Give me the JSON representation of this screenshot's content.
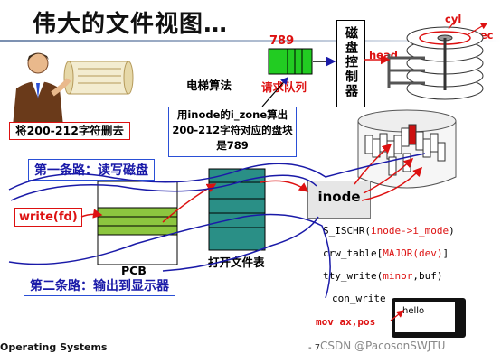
{
  "title": "伟大的文件视图…",
  "queue_number": "789",
  "queue_label": "请求队列",
  "elevator_label": "电梯算法",
  "controller_label": "磁盘控制器",
  "head_label": "head",
  "cyl_label": "cyl",
  "sec_label": "sec",
  "user_caption": "将200-212字符删去",
  "zone_note": "用inode的i_zone算出200-212字符对应的盘块是789",
  "path1_label": "第一条路：读写磁盘",
  "path2_label": "第二条路：输出到显示器",
  "write_label": "write(fd)",
  "pcb_label": "PCB",
  "open_file_table_label": "打开文件表",
  "inode_label": "inode",
  "code_lines": [
    {
      "pre": "S_ISCHR(",
      "hl": "inode->i_mode",
      "post": ")"
    },
    {
      "pre": "crw_table[",
      "hl": "MAJOR(dev)",
      "post": "]"
    },
    {
      "pre": "tty_write(",
      "hl": "minor",
      "post": ",buf)"
    },
    {
      "pre": "con_write",
      "hl": "",
      "post": ""
    }
  ],
  "mov_line": "mov ax,pos",
  "monitor_text": "hello",
  "footer_left": "Operating Systems",
  "footer_page": "- 7",
  "watermark": "CSDN @PacosonSWJTU",
  "colors": {
    "red": "#d11111",
    "blue": "#2a4fd6",
    "green": "#22aa22",
    "teal": "#2a8f86",
    "pcb_green": "#7fbf3f"
  }
}
